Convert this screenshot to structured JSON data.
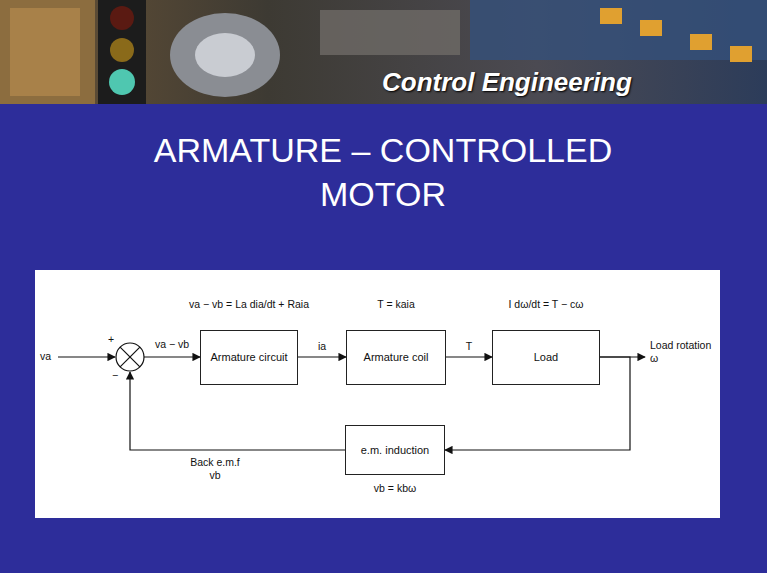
{
  "diagram": {
    "title": "ARMATURE – CONTROLLED MOTOR",
    "nodes": [
      {
        "text": [
          "Armature circuit"
        ]
      },
      {
        "text": [
          "Armature coil"
        ]
      },
      {
        "text": [
          "Load"
        ]
      },
      {
        "text": [
          "e.m. induction"
        ]
      }
    ],
    "edges": [
      {
        "from": 0,
        "to": 1,
        "label": "ia",
        "arrow": "to"
      },
      {
        "from": 1,
        "to": 2,
        "label": "T",
        "arrow": "to"
      },
      {
        "from": 2,
        "to": 3,
        "arrow": "to"
      }
    ],
    "labels": [
      "Control Engineering",
      "va",
      "+",
      "−",
      "va − vb",
      "va − vb = La dia/dt + Raia",
      "T = kaia",
      "I dω/dt = T − cω",
      "Load rotation ω",
      "Back e.m.f vb",
      "vb = kbω"
    ]
  }
}
